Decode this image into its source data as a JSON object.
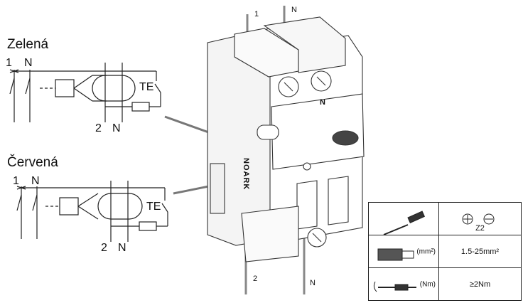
{
  "schematic_top": {
    "title": "Zelená",
    "pole_phase": "1",
    "pole_neutral": "N",
    "out_phase": "2",
    "out_neutral": "N",
    "test_label": "TE"
  },
  "schematic_bottom": {
    "title": "Červená",
    "pole_phase": "1",
    "pole_neutral": "N",
    "out_phase": "2",
    "out_neutral": "N",
    "test_label": "TE"
  },
  "device": {
    "top_wire_phase": "1",
    "top_wire_neutral": "N",
    "bottom_wire_phase": "2",
    "bottom_wire_neutral": "N",
    "terminal_mark": "N",
    "brand_text": "NOARK"
  },
  "spec_table": {
    "screwdriver_type": "Z2",
    "wire_unit": "(mm²)",
    "wire_range": "1.5-25mm²",
    "torque_unit": "(Nm)",
    "torque_value": "≥2Nm"
  }
}
